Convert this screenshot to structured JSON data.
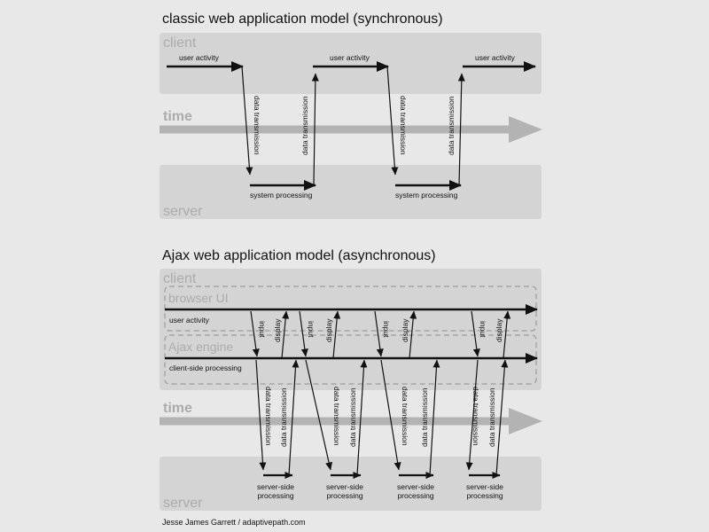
{
  "classic": {
    "title": "classic web application model (synchronous)",
    "client_label": "client",
    "server_label": "server",
    "time_label": "time",
    "user_activity": "user activity",
    "data_transmission": "data transmission",
    "system_processing": "system processing"
  },
  "ajax": {
    "title": "Ajax web application model (asynchronous)",
    "client_label": "client",
    "browser_ui_label": "browser UI",
    "ajax_engine_label": "Ajax engine",
    "server_label": "server",
    "time_label": "time",
    "user_activity": "user activity",
    "client_side_processing": "client-side processing",
    "input": "input",
    "display": "display",
    "data_transmission": "data transmission",
    "server_side_processing_line1": "server-side",
    "server_side_processing_line2": "processing"
  },
  "credit": "Jesse James Garrett / adaptivepath.com",
  "colors": {
    "background": "#e8e8e8",
    "band": "#d4d4d4",
    "band_label": "#ababab",
    "time_arrow": "#b3b3b3",
    "ink": "#111111"
  }
}
